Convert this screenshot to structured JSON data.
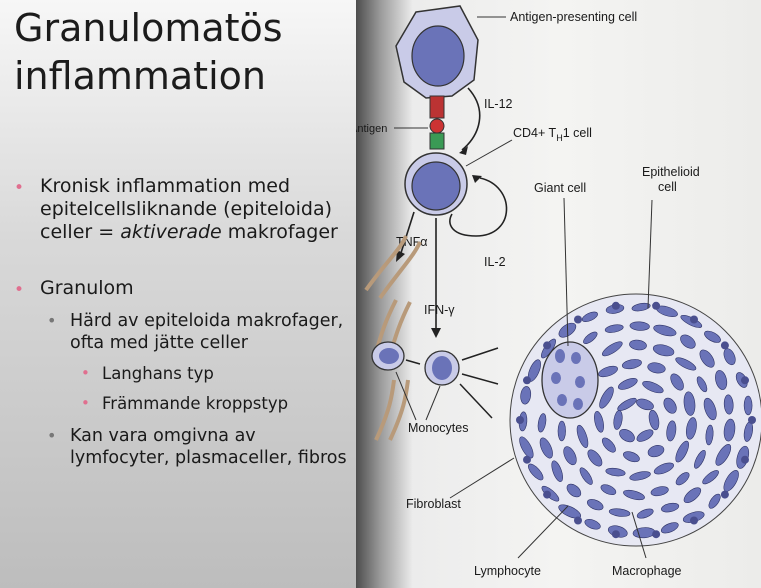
{
  "title": {
    "line1": "Granulomatös",
    "line2": "inflammation"
  },
  "bullets": {
    "b1_text": "Kronisk inflammation med epitelcellsliknande (epiteloida) celler = ",
    "b1_em": "aktiverade",
    "b1_tail": " makrofager",
    "b2": "Granulom",
    "b2_sub1": "Härd av epiteloida makrofager, ofta med jätte celler",
    "b2_sub1_a": "Langhans typ",
    "b2_sub1_b": "Främmande kroppstyp",
    "b2_sub2": " Kan vara omgivna av lymfocyter, plasmaceller, fibros"
  },
  "figure": {
    "apc": "Antigen-presenting cell",
    "antigen": "Antigen",
    "il12": "IL-12",
    "cd4_main": "CD4+ T",
    "cd4_sub": "H",
    "cd4_tail": "1 cell",
    "giant": "Giant cell",
    "epi1": "Epithelioid",
    "epi2": "cell",
    "tnf": "TNFα",
    "il2": "IL-2",
    "ifn": "IFN-γ",
    "monocytes": "Monocytes",
    "fibroblast": "Fibroblast",
    "lymphocyte": "Lymphocyte",
    "macrophage": "Macrophage"
  },
  "colors": {
    "accent_bullet": "#e06f8f",
    "cell_fill": "#6a73b8",
    "cell_membrane": "#c9cbe8"
  }
}
